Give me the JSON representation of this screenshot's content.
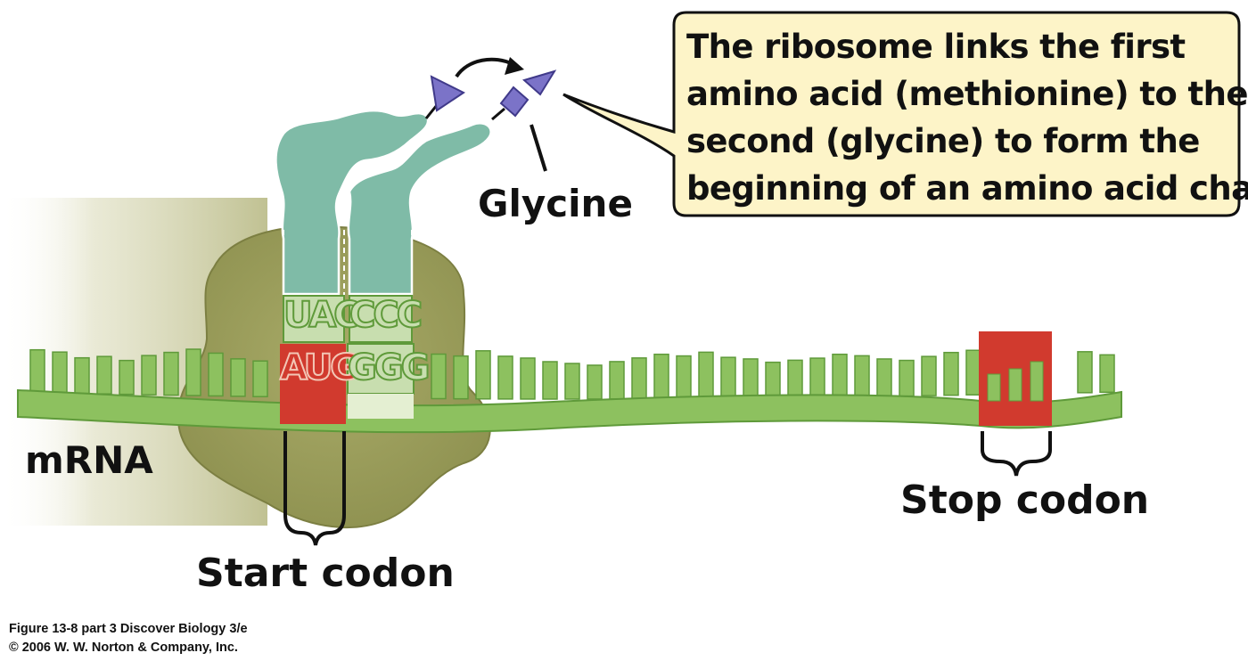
{
  "callout": {
    "lines": [
      "The ribosome links the first",
      "amino acid (methionine) to the",
      "second (glycine) to form the",
      "beginning of an amino acid chain."
    ]
  },
  "labels": {
    "glycine": "Glycine",
    "mrna": "mRNA",
    "start_codon": "Start codon",
    "stop_codon": "Stop codon"
  },
  "codons": {
    "anticodon_1": "UAC",
    "anticodon_2": "CCC",
    "codon_1": "AUG",
    "codon_2": "GGG"
  },
  "caption": {
    "line1": "Figure 13-8 part 3  Discover Biology 3/e",
    "line2": "© 2006 W. W. Norton & Company, Inc."
  },
  "colors": {
    "mrna_green": "#8dc15f",
    "mrna_outline": "#5f9a3a",
    "codon_red": "#d13a2e",
    "trna_teal": "#7fbba7",
    "ribosome_olive": "#a0a35d",
    "amino_acid_purple": "#7b73c8",
    "callout_fill": "#fdf4c8"
  }
}
